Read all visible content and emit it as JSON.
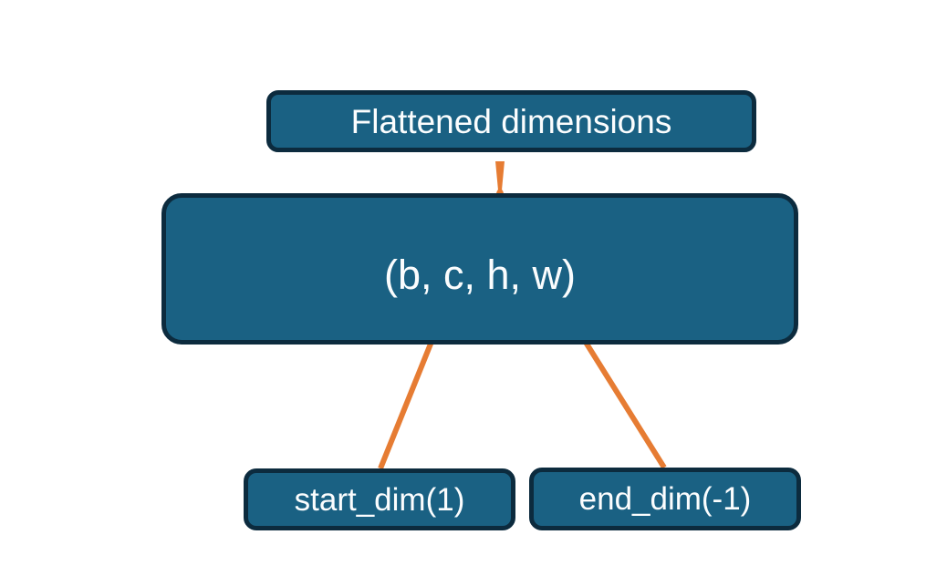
{
  "diagram": {
    "title_box": {
      "label": "Flattened dimensions"
    },
    "tensor_box": {
      "label": "(b, c, h, w)"
    },
    "start_dim_box": {
      "label": "start_dim(1)"
    },
    "end_dim_box": {
      "label": "end_dim(-1)"
    }
  },
  "colors": {
    "background": "#ffffff",
    "box_fill": "#1a6183",
    "box_border": "#0c2b3e",
    "connector_orange": "#e67c33",
    "text_color": "#fbfdfe"
  }
}
